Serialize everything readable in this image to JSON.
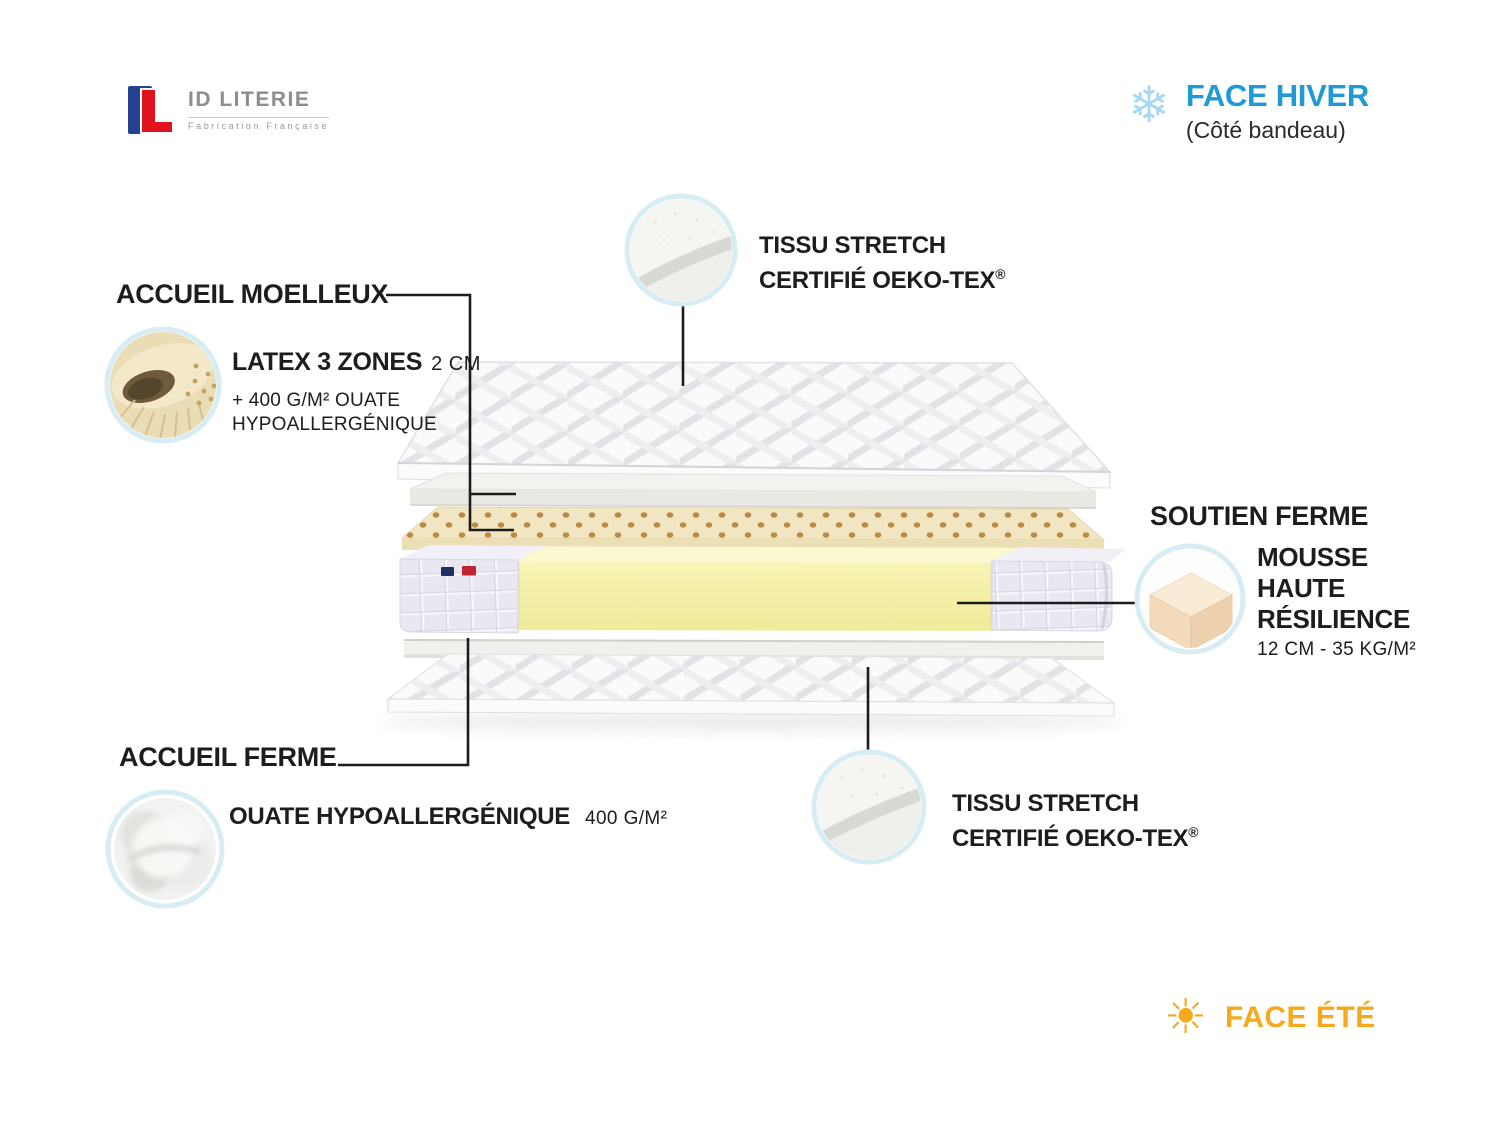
{
  "brand": {
    "name": "ID LITERIE",
    "tagline": "Fabrication Française"
  },
  "face_winter": {
    "title": "FACE HIVER",
    "subtitle": "(Côté bandeau)",
    "icon": "snowflake-icon",
    "icon_glyph": "❄",
    "color": "#1e9ad6"
  },
  "face_summer": {
    "title": "FACE ÉTÉ",
    "icon": "sun-icon",
    "icon_glyph": "☀",
    "color": "#f6a91c"
  },
  "callouts": {
    "accueil_moelleux": {
      "title": "ACCUEIL MOELLEUX"
    },
    "latex": {
      "title": "LATEX 3 ZONES",
      "size": "2 CM",
      "sub_line1": "+ 400 G/M² OUATE",
      "sub_line2": "HYPOALLERGÉNIQUE"
    },
    "tissu_top": {
      "line1": "TISSU STRETCH",
      "line2": "CERTIFIÉ OEKO-TEX",
      "registered": "®"
    },
    "soutien_ferme": {
      "title": "SOUTIEN FERME"
    },
    "mousse": {
      "line1": "MOUSSE",
      "line2": "HAUTE",
      "line3": "RÉSILIENCE",
      "spec": "12 CM - 35 KG/M²"
    },
    "accueil_ferme": {
      "title": "ACCUEIL FERME"
    },
    "ouate": {
      "title": "OUATE HYPOALLERGÉNIQUE",
      "spec": "400 G/M²"
    },
    "tissu_bottom": {
      "line1": "TISSU STRETCH",
      "line2": "CERTIFIÉ OEKO-TEX",
      "registered": "®"
    }
  },
  "diagram": {
    "subject": "mattress cross-section with layers",
    "layers": [
      "quilted top cover",
      "hypoallergenic wadding",
      "perforated latex 3 zones",
      "high resilience foam core",
      "side band",
      "wadding liner",
      "quilted bottom cover"
    ]
  },
  "colors": {
    "accent_winter": "#1e9ad6",
    "snowflake": "#a9d9f2",
    "accent_summer": "#f6a91c",
    "logo_blue": "#26418f",
    "logo_red": "#e0131e",
    "text": "#1d1d1b",
    "latex_dot": "#b98a44",
    "core_yellow": "#f5f1ab",
    "band_lavender": "#e9e7f2",
    "circle_ring": "#d8ecf3"
  }
}
